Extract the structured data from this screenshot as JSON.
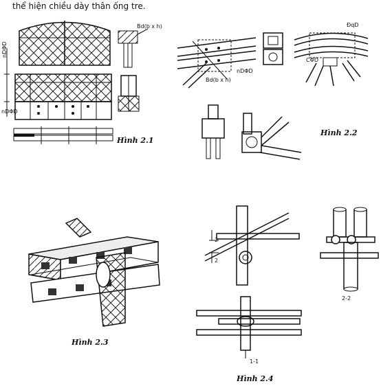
{
  "intro_text": "thể hiện chiều dày thân ống tre.",
  "figures": {
    "fig_2_1": {
      "caption": "Hình 2.1",
      "labels": {
        "bd": "Bd(b x h)",
        "ndpd_top": "nDΦD",
        "ndpd_bot": "nDΦD"
      }
    },
    "fig_2_2": {
      "caption": "Hình 2.2",
      "labels": {
        "dqd": "ĐqD",
        "ndpd": "nDΦD",
        "bd": "Bd(b x h)",
        "cpd": "CΦD"
      }
    },
    "fig_2_3": {
      "caption": "Hình 2.3"
    },
    "fig_2_4": {
      "caption": "Hình 2.4",
      "labels": {
        "two_top": "2",
        "two_bot": "2",
        "section_11": "1-1",
        "section_22": "2-2"
      }
    }
  }
}
